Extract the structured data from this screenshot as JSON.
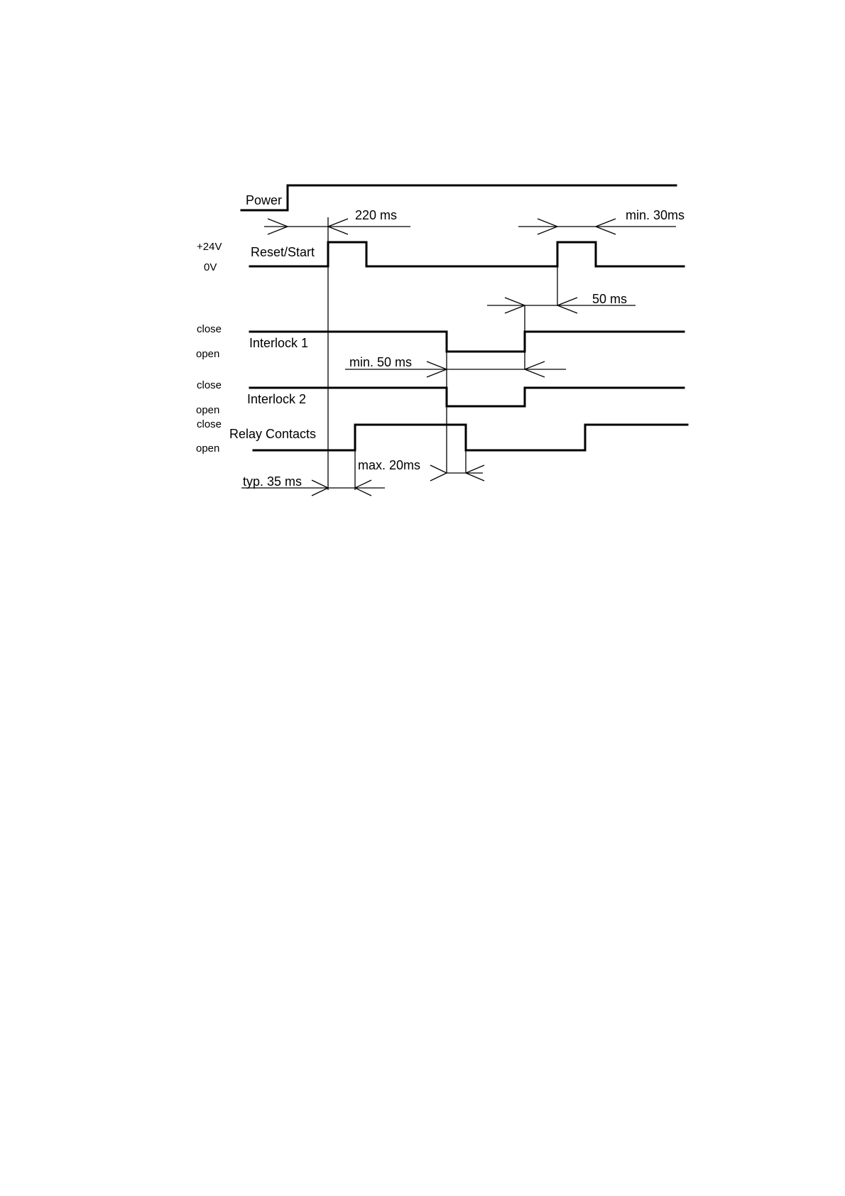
{
  "signals": {
    "power": "Power",
    "reset_start": "Reset/Start",
    "interlock1": "Interlock 1",
    "interlock2": "Interlock 2",
    "relay": "Relay Contacts"
  },
  "levels": {
    "v24": "+24V",
    "v0": "0V",
    "i1_close": "close",
    "i1_open": "open",
    "i2_close": "close",
    "i2_open": "open",
    "relay_close": "close",
    "relay_open": "open"
  },
  "timings": {
    "t220": "220 ms",
    "min30": "min. 30ms",
    "t50": "50 ms",
    "min50": "min. 50 ms",
    "max20": "max. 20ms",
    "typ35": "typ. 35 ms"
  }
}
